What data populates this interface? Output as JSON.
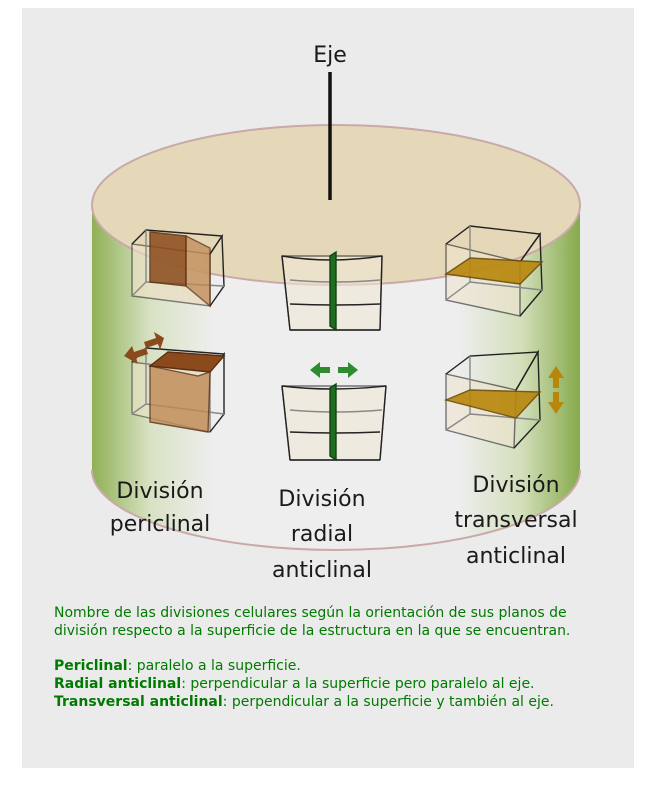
{
  "diagram": {
    "axis_label": "Eje",
    "labels": {
      "periclinal": [
        "División",
        "periclinal"
      ],
      "radial": [
        "División",
        "radial",
        "anticlinal"
      ],
      "transversal": [
        "División",
        "transversal",
        "anticlinal"
      ]
    }
  },
  "caption": {
    "intro": "Nombre de las divisiones celulares según la orientación de sus planos de división respecto a la superficie de la estructura en la que se encuentran.",
    "definitions": [
      {
        "term": "Periclinal",
        "text": ": paralelo a la superficie."
      },
      {
        "term": "Radial anticlinal",
        "text": ": perpendicular a la superficie pero paralelo al eje."
      },
      {
        "term": "Transversal anticlinal",
        "text": ": perpendicular a la superficie y también al eje."
      }
    ]
  },
  "colors": {
    "panel": "#ebebeb",
    "top_face": "#e5d8b9",
    "side_green": "#9cb962",
    "plane_brown": "#8b4a1c",
    "plane_gold": "#b8860b",
    "plane_green": "#1f6e1f",
    "caption_green": "#007a00"
  }
}
